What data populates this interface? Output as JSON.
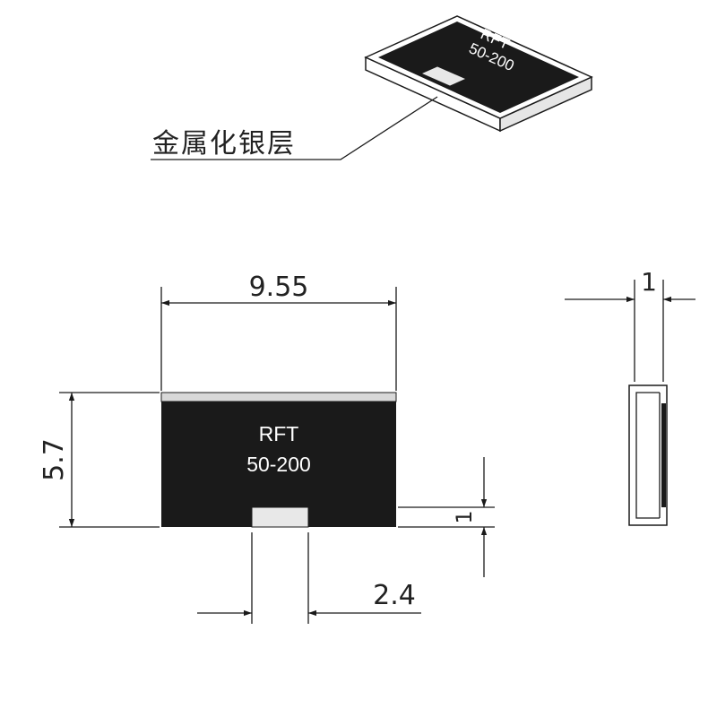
{
  "iso_view": {
    "marking_line1": "RFT",
    "marking_line2": "50-200",
    "callout_label": "金属化银层"
  },
  "front_view": {
    "marking_line1": "RFT",
    "marking_line2": "50-200",
    "width_label": "9.55",
    "height_label": "5.7",
    "pad_height_label": "1",
    "pad_width_label": "2.4"
  },
  "side_view": {
    "thickness_label": "1"
  },
  "colors": {
    "body": "#1a1a1a",
    "metallization": "#d8d8d8",
    "line": "#1a1a1a"
  }
}
